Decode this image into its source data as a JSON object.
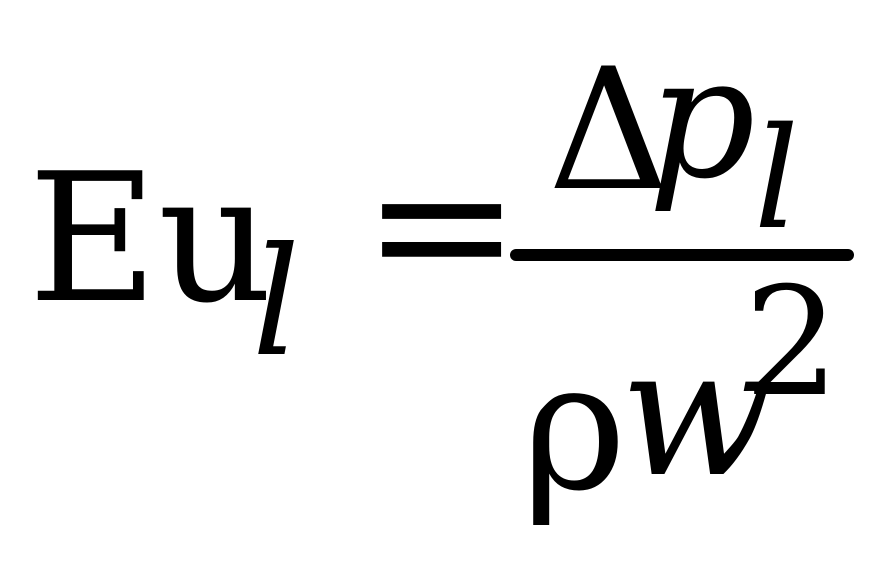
{
  "formula": {
    "lhs": {
      "base": "Eu",
      "subscript": "l"
    },
    "operator": "=",
    "numerator": {
      "delta": "Δ",
      "variable": "p",
      "subscript": "l"
    },
    "denominator": {
      "density": "ρ",
      "variable": "w",
      "superscript": "2"
    },
    "colors": {
      "ink": "#000000",
      "background": "#ffffff"
    }
  }
}
